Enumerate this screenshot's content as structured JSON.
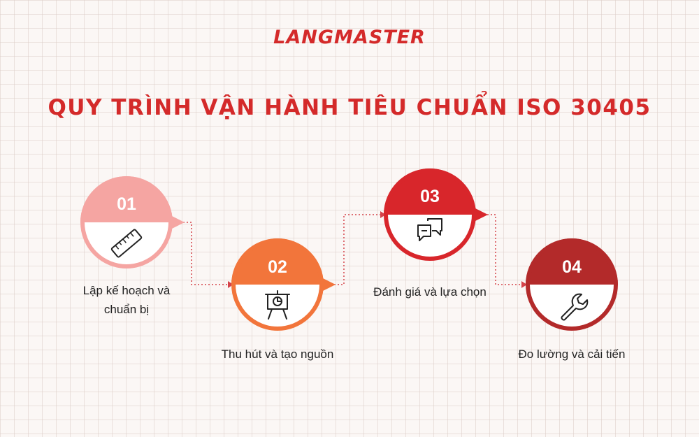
{
  "brand": {
    "logo_text": "LANGMASTER"
  },
  "title": "QUY TRÌNH VẬN HÀNH TIÊU CHUẨN ISO 30405",
  "steps": [
    {
      "number": "01",
      "label": "Lập kế hoạch và chuẩn bị",
      "color": "#f5a5a2",
      "icon": "ruler-icon"
    },
    {
      "number": "02",
      "label": "Thu hút và tạo nguồn",
      "color": "#f2753b",
      "icon": "presentation-board-icon"
    },
    {
      "number": "03",
      "label": "Đánh giá và lựa chọn",
      "color": "#d8262b",
      "icon": "chat-bubbles-icon"
    },
    {
      "number": "04",
      "label": "Đo lường và cải tiến",
      "color": "#b32a2a",
      "icon": "wrench-icon"
    }
  ],
  "colors": {
    "brand_red": "#d42a2a",
    "connector": "#d5434a"
  }
}
